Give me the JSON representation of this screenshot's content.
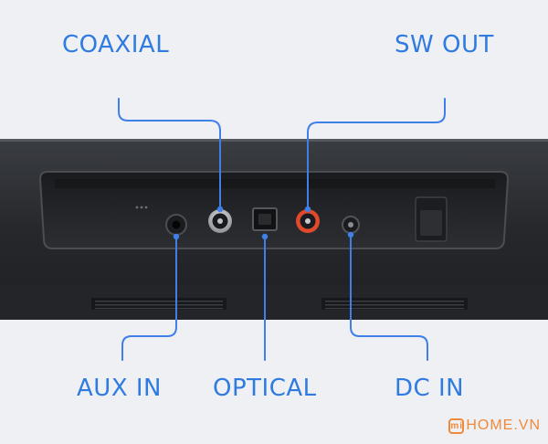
{
  "labels": {
    "coaxial": "COAXIAL",
    "sw_out": "SW OUT",
    "aux_in": "AUX IN",
    "optical": "OPTICAL",
    "dc_in": "DC IN"
  },
  "watermark": {
    "logo_mark": "mi",
    "text": "HOME.VN"
  },
  "colors": {
    "label_blue": "#2f7be0",
    "callout_line": "#3f7fe8",
    "background": "#eef0f4",
    "device_body": "#2b2d31",
    "rca_red": "#e0492b",
    "brand_orange": "#f08a3a"
  },
  "icons": [
    "aux-jack-icon",
    "coaxial-jack-icon",
    "optical-port-icon",
    "sw-out-jack-icon",
    "dc-jack-icon",
    "power-switch-icon",
    "vent-grille-icon"
  ]
}
